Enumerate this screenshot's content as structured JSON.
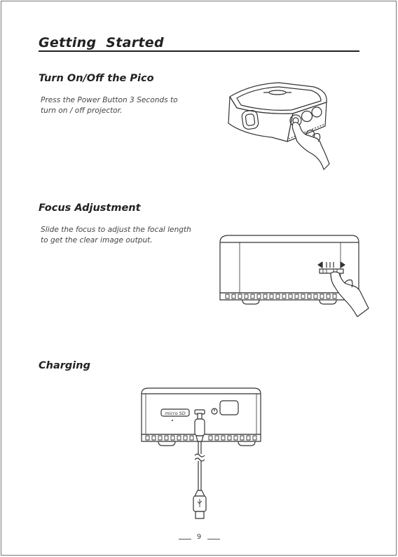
{
  "page": {
    "title": "Getting  Started",
    "page_number": "9"
  },
  "sections": [
    {
      "heading": "Turn On/Off the Pico",
      "text_lines": [
        "Press the Power Button 3 Seconds to",
        "turn on / off projector."
      ]
    },
    {
      "heading": "Focus Adjustment",
      "text_lines": [
        "Slide the focus to adjust the focal length",
        "to get the clear image output."
      ]
    },
    {
      "heading": "Charging",
      "text_lines": []
    }
  ],
  "illustrations": {
    "charging_slot_label": "micro SD"
  },
  "colors": {
    "ink": "#222222",
    "body_text": "#444444"
  }
}
